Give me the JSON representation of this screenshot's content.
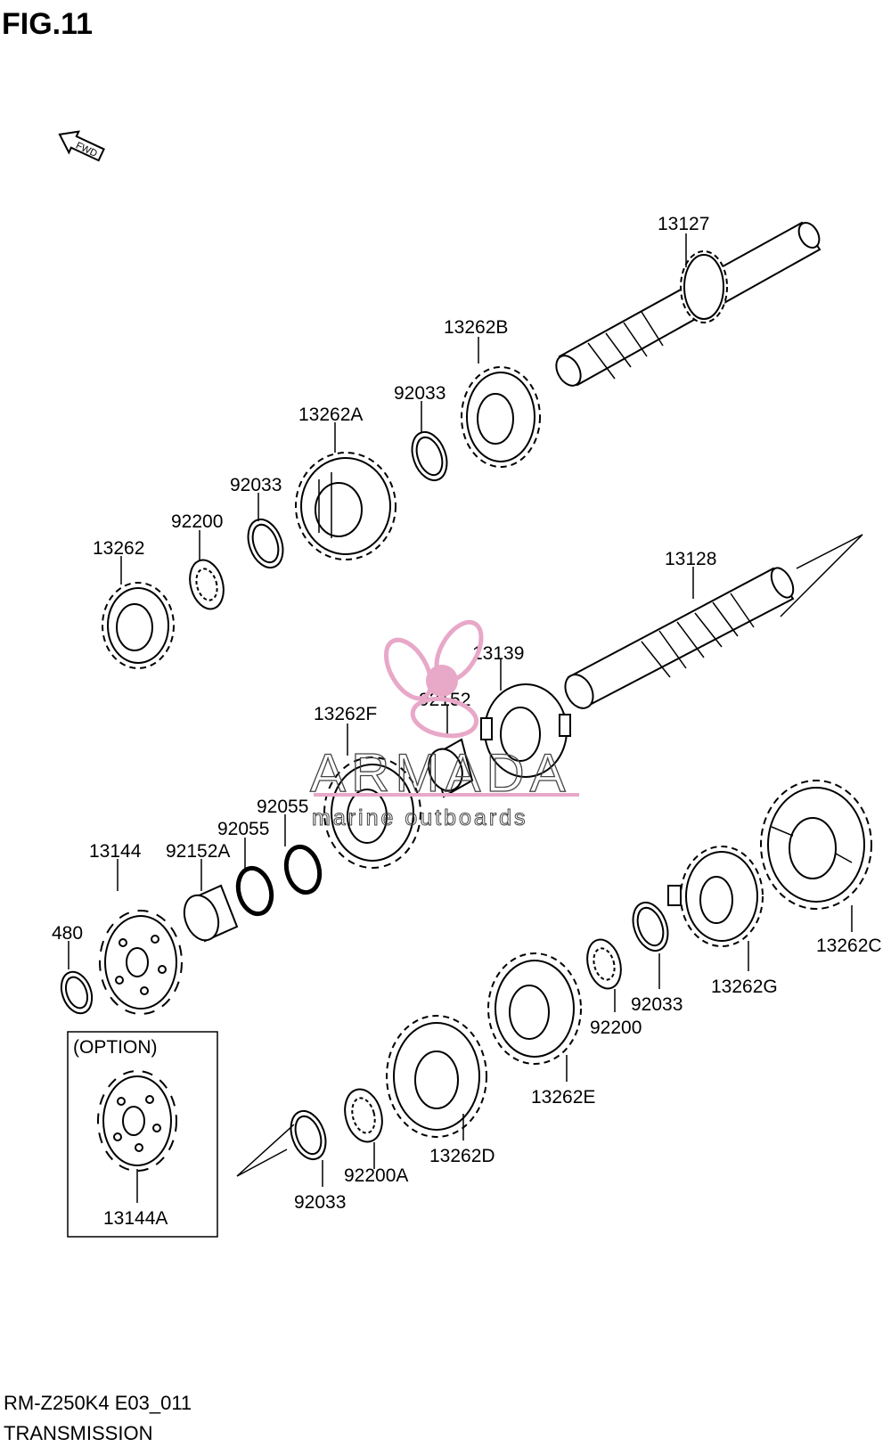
{
  "figure": {
    "title": "FIG.11"
  },
  "direction": {
    "label": "FWD"
  },
  "labels": {
    "p13127": "13127",
    "p13262B": "13262B",
    "p92033_top": "92033",
    "p13262A": "13262A",
    "p92033_mid": "92033",
    "p92200": "92200",
    "p13262": "13262",
    "p13128": "13128",
    "p13139": "13139",
    "p92152": "92152",
    "p13262F": "13262F",
    "p92055_a": "92055",
    "p92055_b": "92055",
    "p13144": "13144",
    "p92152A": "92152A",
    "p480": "480",
    "p13262C": "13262C",
    "p13262G": "13262G",
    "p92033_right": "92033",
    "p92200_right": "92200",
    "p13262E": "13262E",
    "p13262D": "13262D",
    "p92200A": "92200A",
    "p92033_bottom": "92033",
    "p13144A": "13144A"
  },
  "option_box": {
    "title": "(OPTION)"
  },
  "watermark": {
    "brand": "ARMADA",
    "sub": "marine outboards",
    "color": "#e8a8c8"
  },
  "footer": {
    "model": "RM-Z250K4 E03_011",
    "section": "TRANSMISSION"
  }
}
